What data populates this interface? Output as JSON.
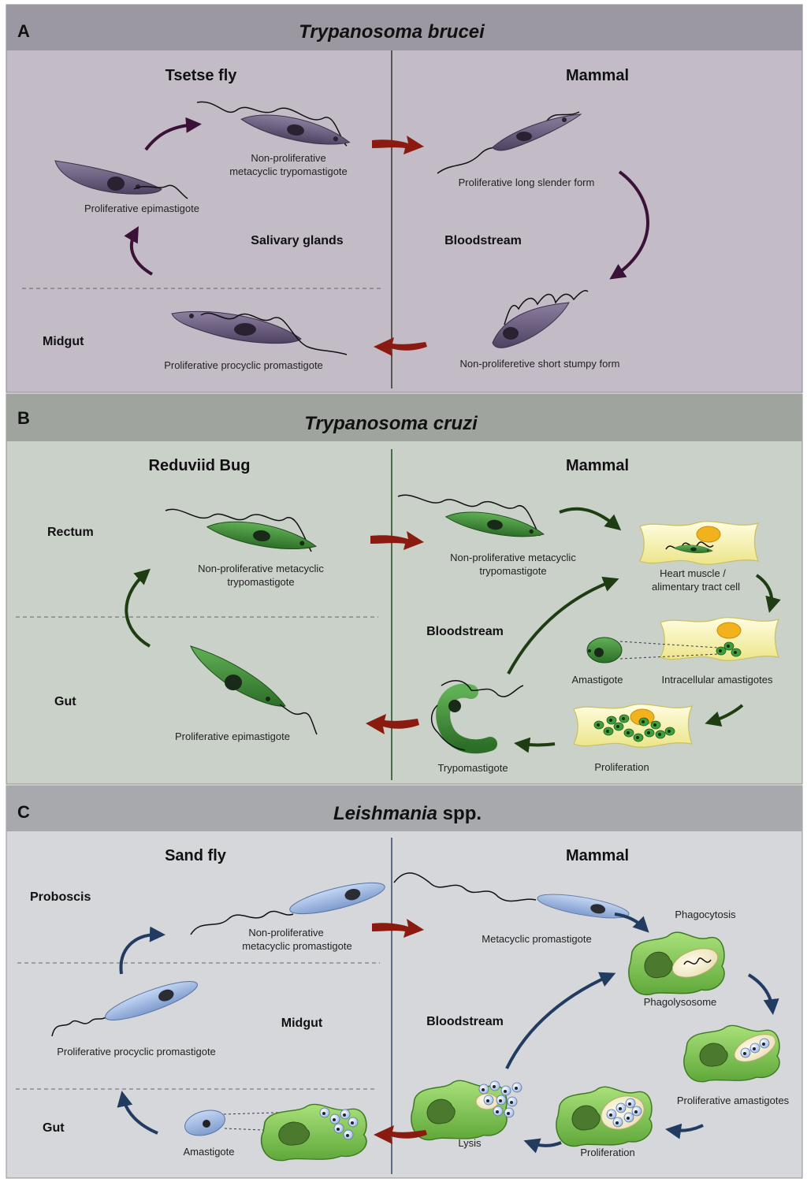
{
  "panelA": {
    "letter": "A",
    "title": "Trypanosoma brucei",
    "left_host": "Tsetse fly",
    "right_host": "Mammal",
    "zone_salivary": "Salivary glands",
    "zone_midgut": "Midgut",
    "zone_blood": "Bloodstream",
    "stage_meta_1": "Non-proliferative",
    "stage_meta_2": "metacyclic trypomastigote",
    "stage_epi": "Proliferative epimastigote",
    "stage_procyclic": "Proliferative procyclic promastigote",
    "stage_slender": "Proliferative long slender form",
    "stage_stumpy": "Non-proliferetive short stumpy form"
  },
  "panelB": {
    "letter": "B",
    "title": "Trypanosoma cruzi",
    "left_host": "Reduviid Bug",
    "right_host": "Mammal",
    "zone_rectum": "Rectum",
    "zone_gut": "Gut",
    "zone_blood": "Bloodstream",
    "stage_meta_bug_1": "Non-proliferative metacyclic",
    "stage_meta_bug_2": "trypomastigote",
    "stage_epi": "Proliferative epimastigote",
    "stage_meta_mam_1": "Non-proliferative metacyclic",
    "stage_meta_mam_2": "trypomastigote",
    "cell_1": "Heart muscle /",
    "cell_2": "alimentary tract cell",
    "stage_amastigote": "Amastigote",
    "stage_intracellular": "Intracellular amastigotes",
    "stage_proliferation": "Proliferation",
    "stage_trypo": "Trypomastigote"
  },
  "panelC": {
    "letter": "C",
    "title_italic": "Leishmania",
    "title_rest": " spp.",
    "left_host": "Sand fly",
    "right_host": "Mammal",
    "zone_proboscis": "Proboscis",
    "zone_midgut": "Midgut",
    "zone_gut": "Gut",
    "zone_blood": "Bloodstream",
    "stage_meta_fly_1": "Non-proliferative",
    "stage_meta_fly_2": "metacyclic promastigote",
    "stage_procyclic": "Proliferative procyclic promastigote",
    "stage_amastigote": "Amastigote",
    "stage_meta_mam": "Metacyclic promastigote",
    "stage_phagocytosis": "Phagocytosis",
    "stage_phagolysosome": "Phagolysosome",
    "stage_prolif_amast": "Proliferative amastigotes",
    "stage_proliferation": "Proliferation",
    "stage_lysis": "Lysis"
  },
  "colors": {
    "brucei_bg": "#c3bcc7",
    "brucei_header": "#9c98a1",
    "brucei_cell": "#6e6080",
    "brucei_arrow": "#3a1238",
    "cruzi_bg": "#c9d1c8",
    "cruzi_header": "#9fa59e",
    "cruzi_cell": "#3f8a3a",
    "cruzi_arrow": "#1f3d13",
    "leish_bg": "#d5d7da",
    "leish_header": "#a8a9ac",
    "leish_cell": "#a9bfe6",
    "leish_arrow": "#213b61",
    "host_arrow": "#8b1a10",
    "host_cell_yellow": "#f7f3a8",
    "macrophage_green": "#8fd45a"
  }
}
